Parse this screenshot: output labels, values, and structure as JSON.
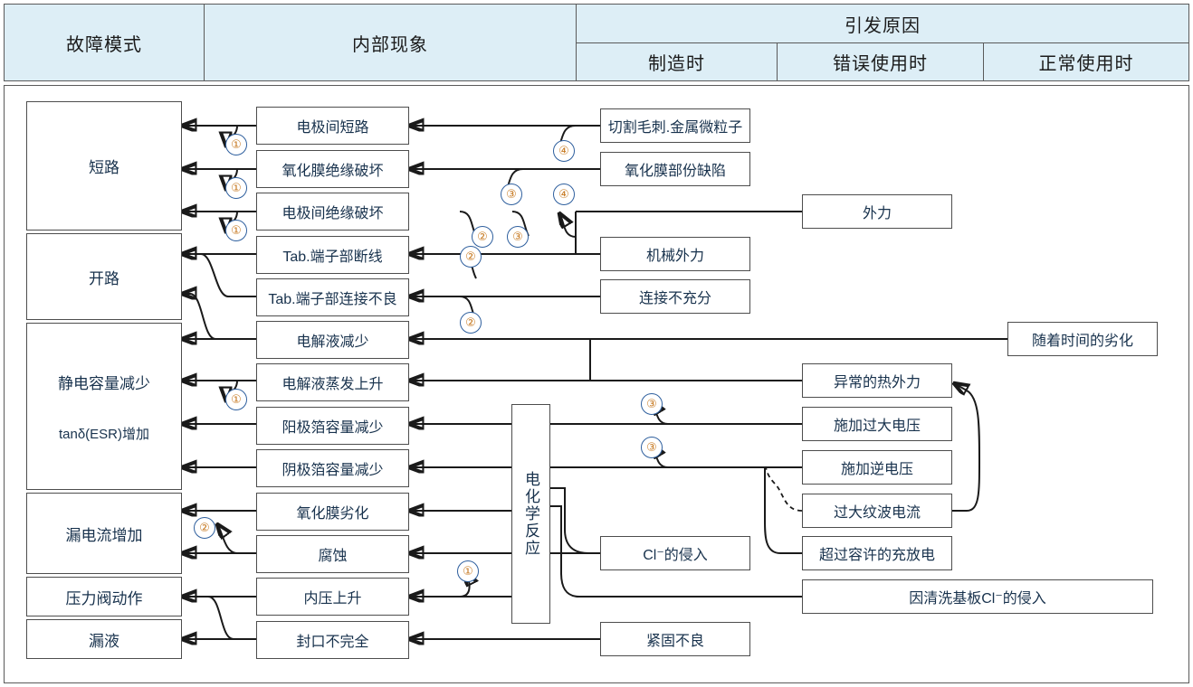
{
  "header": {
    "columns": [
      {
        "label": "故障模式"
      },
      {
        "label": "内部现象"
      },
      {
        "label": "引发原因"
      }
    ],
    "cause_subcolumns": [
      {
        "label": "制造时"
      },
      {
        "label": "错误使用时"
      },
      {
        "label": "正常使用时"
      }
    ]
  },
  "failure_modes": [
    {
      "label": "短路"
    },
    {
      "label": "开路"
    },
    {
      "label": "静电容量减少",
      "label2": "tanδ(ESR)增加"
    },
    {
      "label": "漏电流增加"
    },
    {
      "label": "压力阀动作"
    },
    {
      "label": "漏液"
    }
  ],
  "internal_phenomena": [
    {
      "label": "电极间短路"
    },
    {
      "label": "氧化膜绝缘破坏"
    },
    {
      "label": "电极间绝缘破坏"
    },
    {
      "label": "Tab.端子部断线"
    },
    {
      "label": "Tab.端子部连接不良"
    },
    {
      "label": "电解液减少"
    },
    {
      "label": "电解液蒸发上升"
    },
    {
      "label": "阳极箔容量减少"
    },
    {
      "label": "阴极箔容量减少"
    },
    {
      "label": "氧化膜劣化"
    },
    {
      "label": "腐蚀"
    },
    {
      "label": "内压上升"
    },
    {
      "label": "封口不完全"
    }
  ],
  "reaction_node": {
    "label": "电化学反应"
  },
  "causes_manufacturing": [
    {
      "label": "切割毛刺.金属微粒子"
    },
    {
      "label": "氧化膜部份缺陷"
    },
    {
      "label": "机械外力"
    },
    {
      "label": "连接不充分"
    },
    {
      "label": "Cl⁻的侵入"
    },
    {
      "label": "紧固不良"
    }
  ],
  "causes_misuse": [
    {
      "label": "异常的热外力"
    },
    {
      "label": "施加过大电压"
    },
    {
      "label": "施加逆电压"
    },
    {
      "label": "过大纹波电流"
    },
    {
      "label": "超过容许的充放电"
    },
    {
      "label": "因清洗基板Cl⁻的侵入"
    },
    {
      "label": "外力"
    }
  ],
  "causes_normal": [
    {
      "label": "随着时间的劣化"
    }
  ],
  "step_markers": [
    {
      "id": "m1",
      "label": "①"
    },
    {
      "id": "m2",
      "label": "①"
    },
    {
      "id": "m3",
      "label": "①"
    },
    {
      "id": "m4",
      "label": "④"
    },
    {
      "id": "m5",
      "label": "③"
    },
    {
      "id": "m6",
      "label": "④"
    },
    {
      "id": "m7",
      "label": "②"
    },
    {
      "id": "m8",
      "label": "③"
    },
    {
      "id": "m9",
      "label": "②"
    },
    {
      "id": "m10",
      "label": "②"
    },
    {
      "id": "m11",
      "label": "①"
    },
    {
      "id": "m12",
      "label": "③"
    },
    {
      "id": "m13",
      "label": "③"
    },
    {
      "id": "m14",
      "label": "②"
    },
    {
      "id": "m15",
      "label": "①"
    }
  ],
  "colors": {
    "header_fill": "#ddeef6",
    "border": "#5a5a5a",
    "box_border": "#4d4d4d",
    "text": "#18324d",
    "wire": "#1a1a1a",
    "circle_ring": "#2e5f9e",
    "circle_text": "#c77a22"
  }
}
